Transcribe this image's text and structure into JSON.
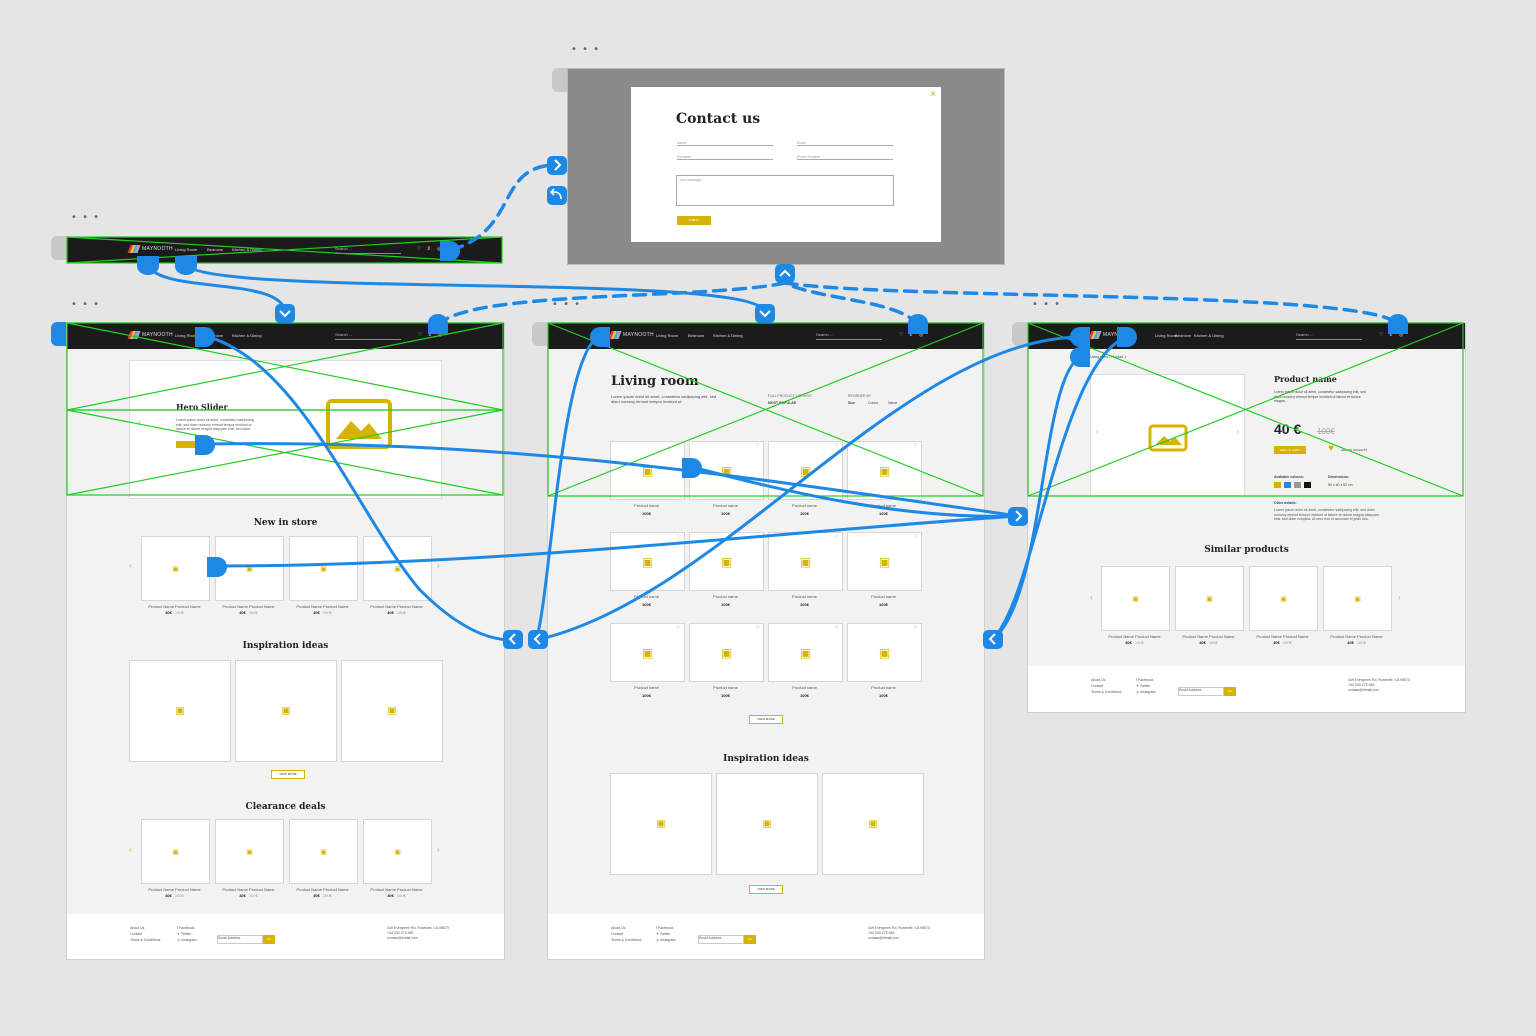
{
  "ellipsis": "• • •",
  "brand": "MAYNOOTH",
  "nav": {
    "living": "Living Room",
    "bedroom": "Bedroom",
    "kitchen": "Kitchen & Dining",
    "search": "Search ..."
  },
  "icons": {
    "heart": "heart-icon",
    "cart": "cart-icon",
    "user": "user-icon",
    "image": "image-icon",
    "close": "close-icon"
  },
  "colors": {
    "accent": "#d4b400",
    "connector": "#1e88e5",
    "hotspot": "#22cc22",
    "navbar": "#1b1b1b"
  },
  "contact": {
    "title": "Contact us",
    "name": "Name",
    "email": "Email",
    "surname": "Surname",
    "phone": "Phone Number",
    "message": "Your message",
    "submit": "SUBMIT"
  },
  "home": {
    "hero_title": "Hero Slider",
    "hero_text": "Lorem ipsum dolor sit amet, consetetur sadipscing elitr, sed diam nonumy eirmod tempor invidunt ut labore et dolore magna aliquyam erat, sed diam.",
    "new_in_store": "New in store",
    "inspiration": "Inspiration ideas",
    "view_more": "VIEW MORE",
    "clearance": "Clearance deals",
    "product_caption": "Product Name Product Name",
    "product_price": "40€",
    "product_old": "100€"
  },
  "category": {
    "title": "Living room",
    "intro": "Lorem ipsum dolor sit amet, consetetur sadipscing elitr, sed diam nonumy eirmod tempor invidunt ut.",
    "full_listing": "FULL PRODUCT LISTINGS",
    "most_popular": "MOST POPULAR",
    "reorder": "REORDER BY",
    "size": "Size",
    "colour": "Colour",
    "name": "Name",
    "product_name": "Product name",
    "product_price": "100€",
    "view_more": "VIEW MORE",
    "inspiration": "Inspiration ideas"
  },
  "product": {
    "breadcrumb1": "Living room",
    "breadcrumb2": "Product 1",
    "title": "Product name",
    "text": "Lorem ipsum dolor sit amet, consetetur sadipscing elitr, sed diam nonumy eirmod tempor invidunt ut labore et dolore magna.",
    "price": "40 €",
    "old_price": "100€",
    "add_to_cart": "ADD TO CART",
    "wishlist": "ADD TO WISHLIST",
    "colours_label": "Available colours:",
    "swatches": [
      "#d4b400",
      "#1e88e5",
      "#999999",
      "#111111"
    ],
    "dimensions_label": "Dimensions:",
    "dimensions": "50 x 50 x 50 cm",
    "other_label": "Other details:",
    "other_text": "Lorem ipsum dolor sit amet, consetetur sadipscing elitr, sed diam nonumy eirmod tempor invidunt ut labore et dolore magna aliquyam erat, sed diam voluptua. At vero eos et accusam et justo duo.",
    "similar": "Similar products"
  },
  "footer": {
    "about": "About Us",
    "contact": "Contact",
    "terms": "Terms & Conditions",
    "facebook": "Facebook",
    "twitter": "Twitter",
    "instagram": "Instagram",
    "email_placeholder": "Email Address",
    "go": "GO",
    "address": "449 Evergreen Rd, Roseville, CA 95673",
    "phone": "+44 343 273 383",
    "mail": "contact@email.com"
  }
}
